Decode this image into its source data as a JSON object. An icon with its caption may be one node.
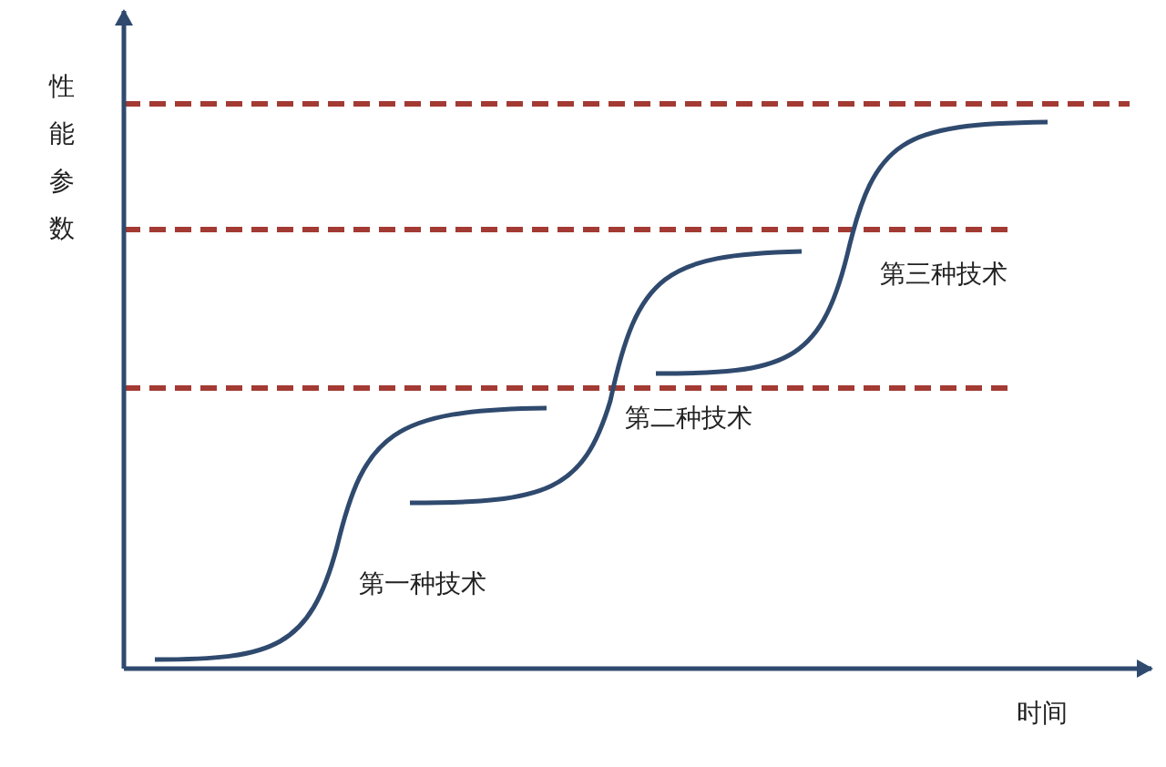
{
  "diagram": {
    "labels": [
      "性能参数",
      "时间",
      "第一种技术",
      "第二种技术",
      "第三种技术"
    ]
  }
}
